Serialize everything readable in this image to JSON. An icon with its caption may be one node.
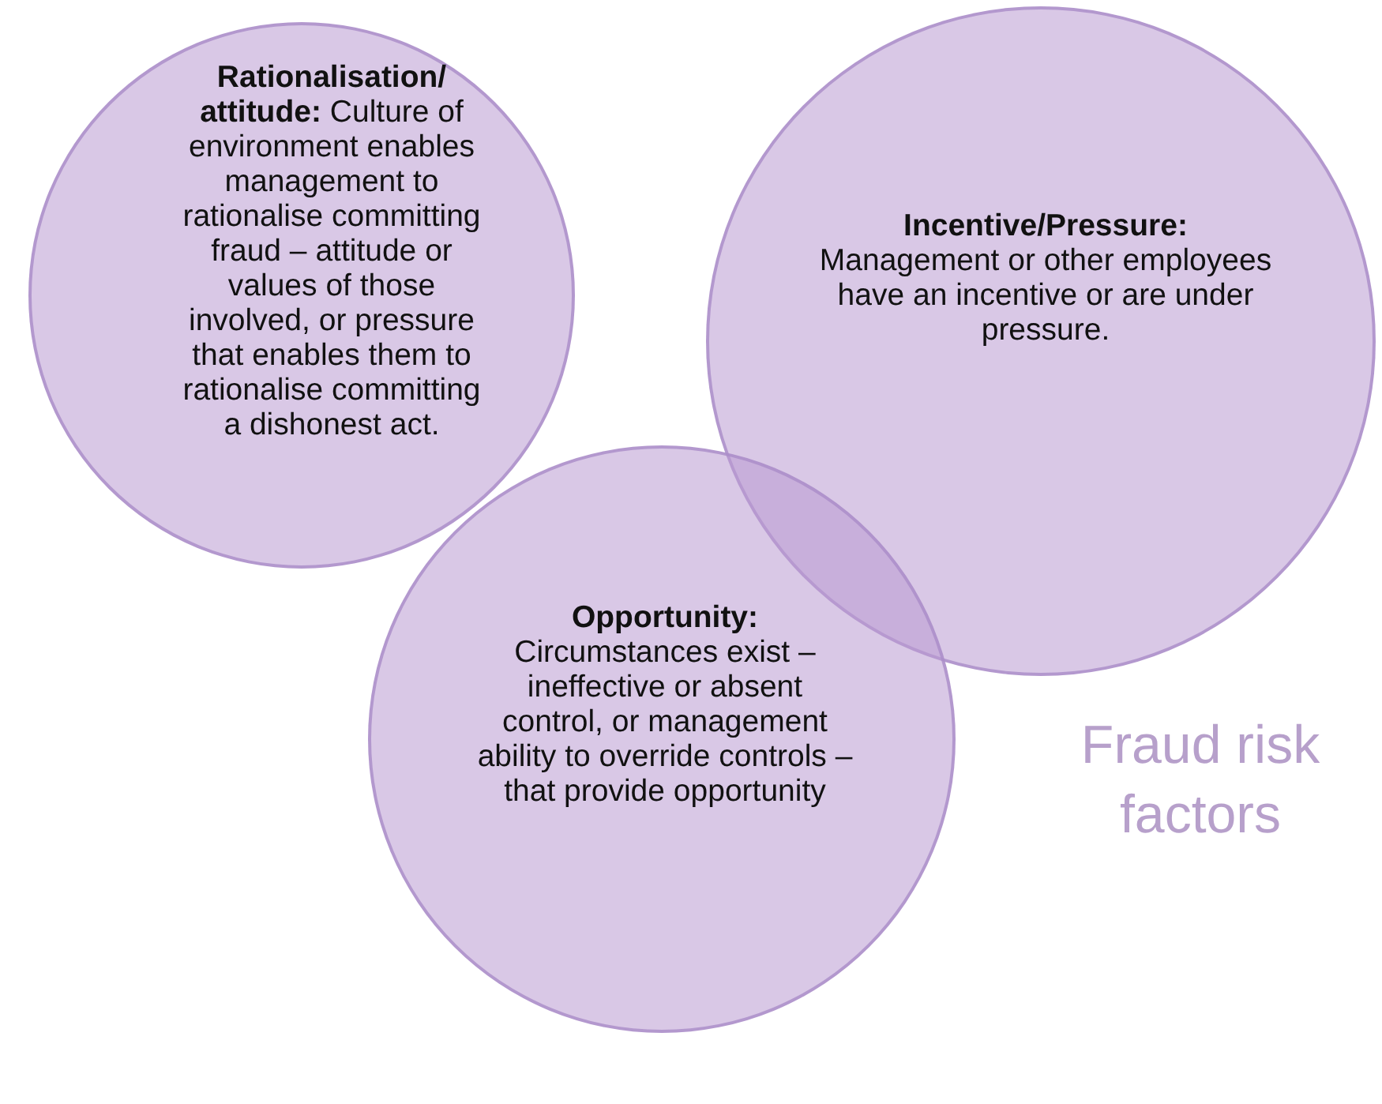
{
  "diagram": {
    "nodes": [
      {
        "text": [
          "**Rationalisation/ attitude:** Culture of environment enables management to rationalise committing fraud – attitude  or values of those involved, or pressure that enables them to rationalise  committing a dishonest act."
        ]
      },
      {
        "text": [
          "**Incentive/Pressure:** Management or other employees have an incentive or are under pressure."
        ]
      },
      {
        "text": [
          "**Opportunity:** Circumstances  exist – ineffective or absent control, or management ability  to override controls – that provide opportunity"
        ]
      }
    ],
    "labels": [
      "Fraud risk factors"
    ]
  }
}
